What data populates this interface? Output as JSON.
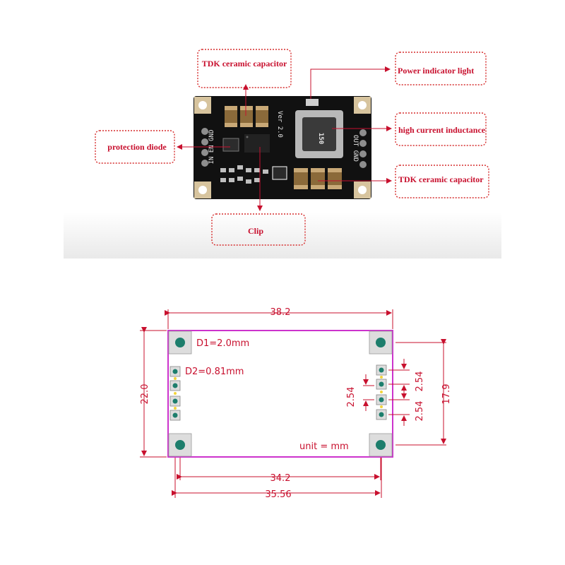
{
  "photo": {
    "callouts": {
      "tdk_top": "TDK ceramic capacitor",
      "power_light": "Power indicator light",
      "protection_diode": "protection diode",
      "inductance": "high current inductance",
      "tdk_right": "TDK ceramic capacitor",
      "clip": "Clip"
    },
    "silkscreen": {
      "version": "Ver 2.0",
      "inductor_mark": "150",
      "left_pins": "IN EN GND",
      "right_pins": "OUT GND"
    },
    "colors": {
      "callout_text": "#c8102e",
      "callout_border": "#d62e2e",
      "pcb": "#111111",
      "pad": "#d7c49e"
    }
  },
  "drawing": {
    "dims": {
      "width_top": "38.2",
      "height_left": "22.0",
      "height_right": "17.9",
      "hole_span": "34.2",
      "overall_width": "35.56",
      "pitch_left": "2.54",
      "pitch_right_top": "2.54",
      "pitch_right_bottom": "2.54"
    },
    "notes": {
      "d1": "D1=2.0mm",
      "d2": "D2=0.81mm",
      "unit": "unit = mm"
    },
    "colors": {
      "board_outline": "#cc33cc",
      "dimension": "#c8102e",
      "pad_square": "#dddddd",
      "pad_hole": "#1d7e6c",
      "pin_dot": "#f2d43a"
    }
  }
}
